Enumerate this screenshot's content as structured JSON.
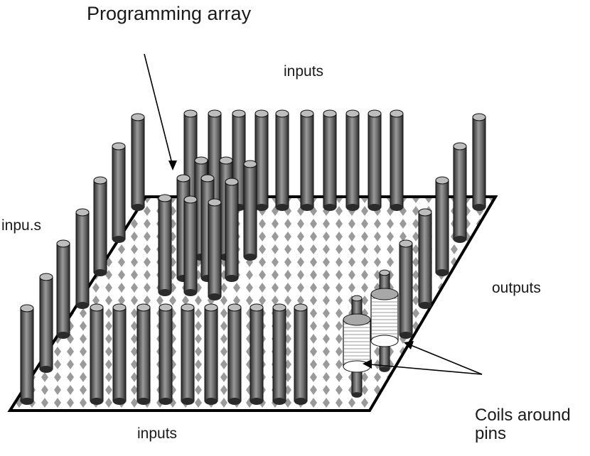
{
  "labels": {
    "programming_array": "Programming array",
    "inputs_top": "inputs",
    "inputs_left": "inpu.s",
    "outputs_right": "outputs",
    "coils_line1": "Coils around",
    "coils_line2": "pins",
    "inputs_bottom": "inputs"
  },
  "colors": {
    "board_fill": "#ffffff",
    "board_dots": "#9a9a9a",
    "board_edge": "#000000",
    "pin_dark": "#3a3a3a",
    "pin_light": "#b8b8b8",
    "coil_fill": "#ffffff",
    "text": "#1a1a1a"
  }
}
